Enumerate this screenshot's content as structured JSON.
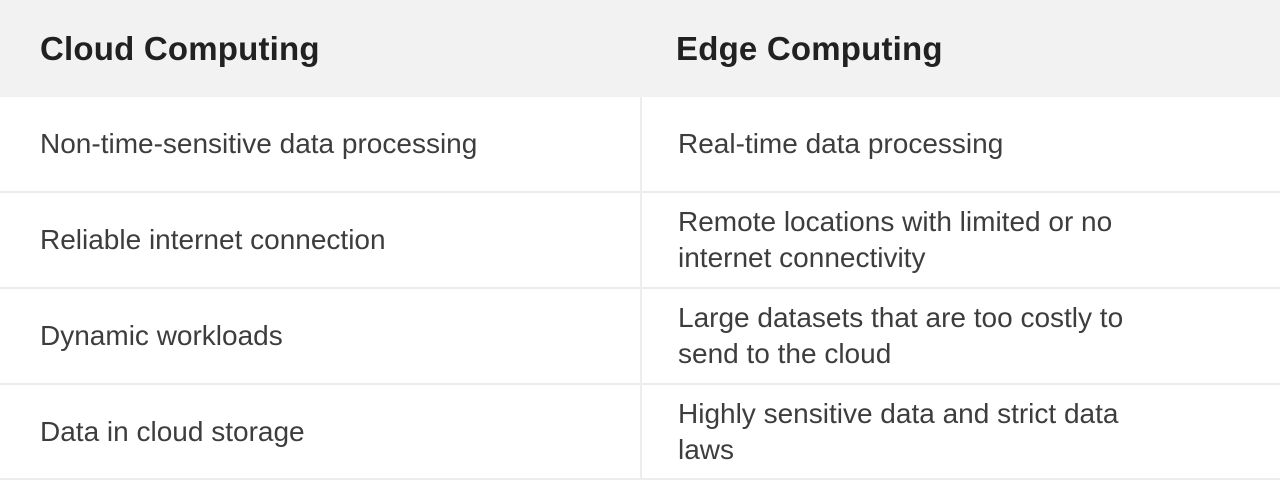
{
  "table": {
    "colors": {
      "header_bg": "#f2f2f2",
      "header_text": "#212121",
      "body_text": "#3d3d3d",
      "divider": "#ededed",
      "row_bg": "#ffffff"
    },
    "headers": {
      "cloud": "Cloud Computing",
      "edge": "Edge Computing"
    },
    "rows": [
      {
        "cloud": "Non-time-sensitive data processing",
        "edge": "Real-time data processing"
      },
      {
        "cloud": "Reliable internet connection",
        "edge": "Remote locations with limited or no\ninternet connectivity"
      },
      {
        "cloud": "Dynamic workloads",
        "edge": "Large datasets that are too costly to\nsend to the cloud"
      },
      {
        "cloud": "Data in cloud storage",
        "edge": "Highly sensitive data and strict data\nlaws"
      }
    ]
  }
}
